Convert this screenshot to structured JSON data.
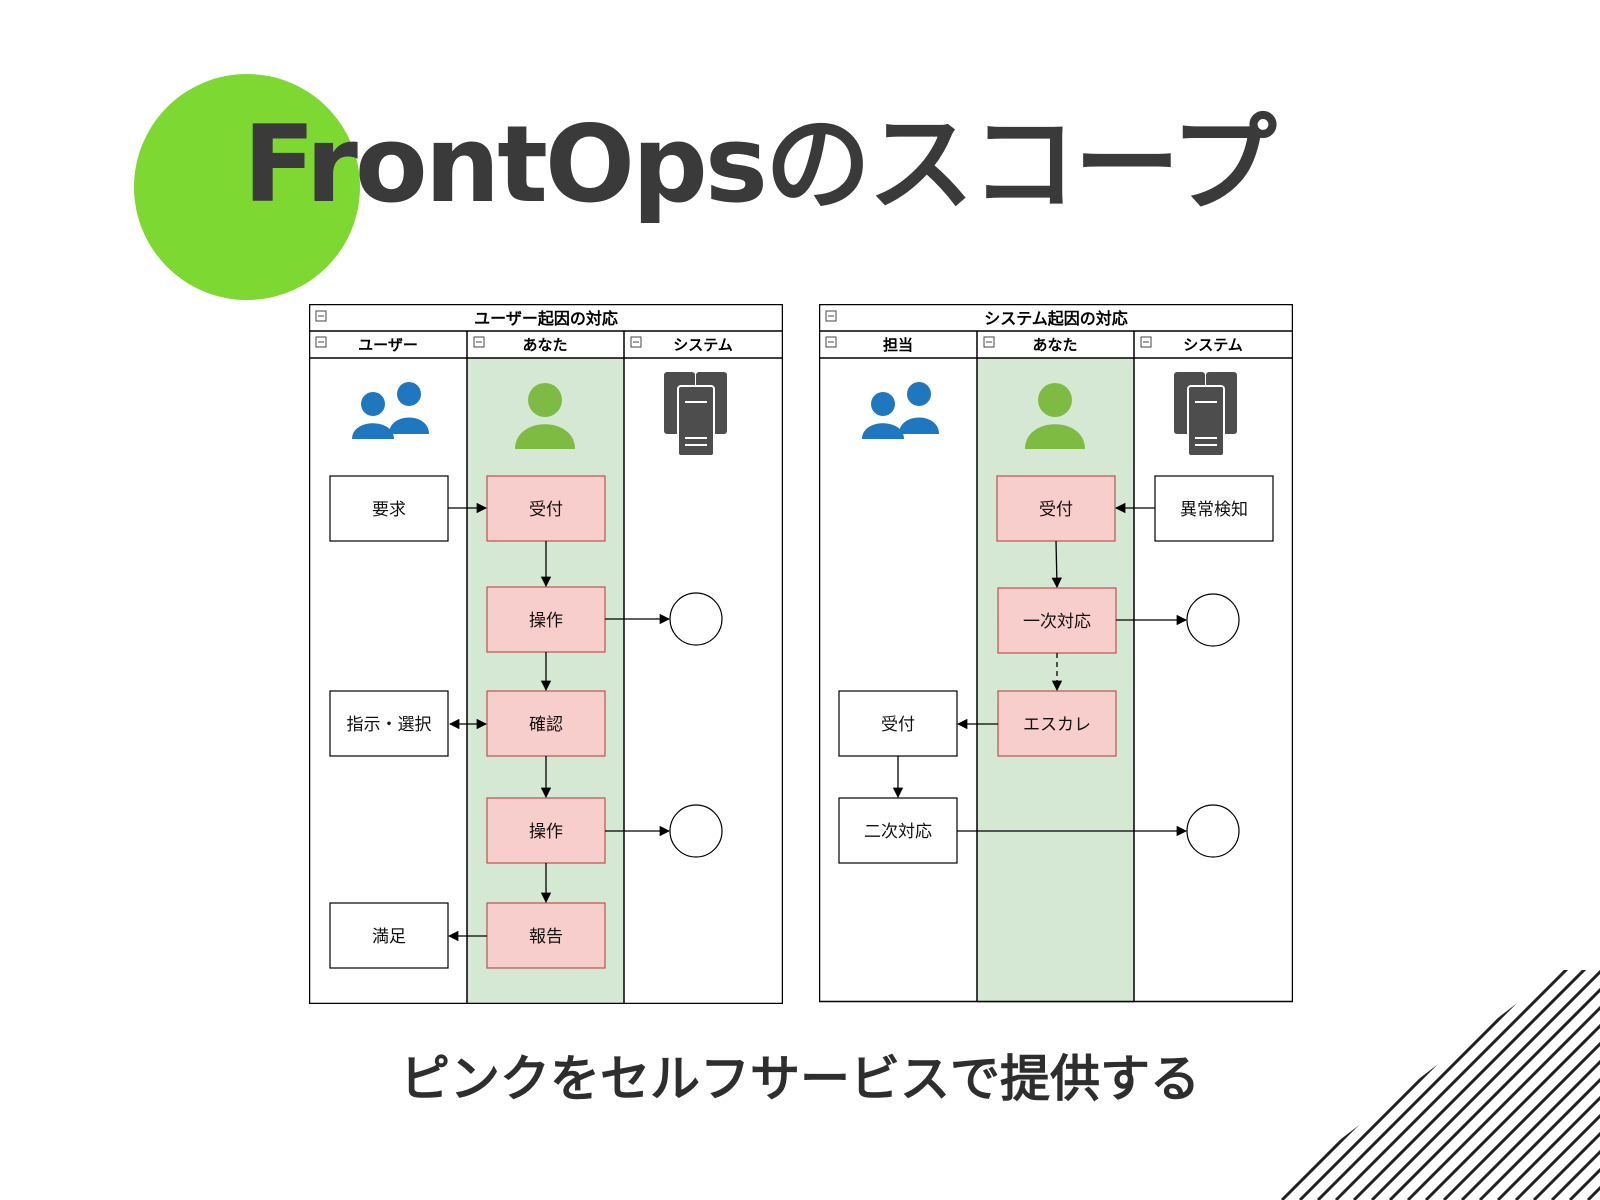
{
  "title": "FrontOpsのスコープ",
  "subtitle": "ピンクをセルフサービスで提供する",
  "colors": {
    "accent_green": "#7ed832",
    "title_text": "#3a3a3a",
    "lane_highlight": "#d5e8d4",
    "lane_highlight_border": "#82b366",
    "box_pink": "#f8cecc",
    "box_pink_border": "#b85450",
    "icon_users": "#1f77c0",
    "icon_you": "#7dbb42",
    "icon_server": "#4d4d4d"
  },
  "diagrams": [
    {
      "title": "ユーザー起因の対応",
      "lanes": [
        "ユーザー",
        "あなた",
        "システム"
      ],
      "lane_icons": [
        "users-icon",
        "person-icon",
        "server-icon"
      ],
      "boxes": {
        "b1": "要求",
        "b2": "受付",
        "b3": "操作",
        "b4": "指示・選択",
        "b5": "確認",
        "b6": "操作",
        "b7": "満足",
        "b8": "報告"
      }
    },
    {
      "title": "システム起因の対応",
      "lanes": [
        "担当",
        "あなた",
        "システム"
      ],
      "lane_icons": [
        "users-icon",
        "person-icon",
        "server-icon"
      ],
      "boxes": {
        "b1": "受付",
        "b2": "異常検知",
        "b3": "一次対応",
        "b4": "受付",
        "b5": "エスカレ",
        "b6": "二次対応"
      }
    }
  ]
}
